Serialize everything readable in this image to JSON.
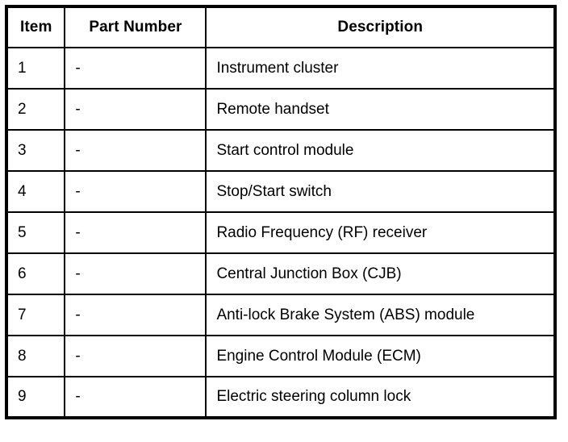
{
  "table": {
    "caption": "",
    "columns": [
      {
        "key": "item",
        "label": "Item"
      },
      {
        "key": "part_number",
        "label": "Part Number"
      },
      {
        "key": "description",
        "label": "Description"
      }
    ],
    "rows": [
      {
        "item": "1",
        "part_number": "-",
        "description": "Instrument cluster"
      },
      {
        "item": "2",
        "part_number": "-",
        "description": "Remote handset"
      },
      {
        "item": "3",
        "part_number": "-",
        "description": "Start control module"
      },
      {
        "item": "4",
        "part_number": "-",
        "description": "Stop/Start switch"
      },
      {
        "item": "5",
        "part_number": "-",
        "description": "Radio Frequency (RF) receiver"
      },
      {
        "item": "6",
        "part_number": "-",
        "description": "Central Junction Box (CJB)"
      },
      {
        "item": "7",
        "part_number": "-",
        "description": "Anti-lock Brake System (ABS) module"
      },
      {
        "item": "8",
        "part_number": "-",
        "description": "Engine Control Module (ECM)"
      },
      {
        "item": "9",
        "part_number": "-",
        "description": "Electric steering column lock"
      }
    ]
  },
  "style": {
    "border_color": "#000000",
    "text_color": "#000000",
    "background": "#ffffff"
  }
}
